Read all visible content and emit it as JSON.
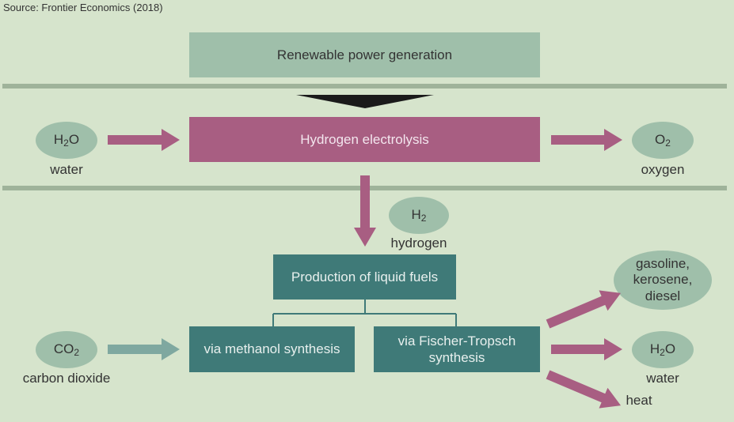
{
  "source": "Source: Frontier Economics (2018)",
  "renewable": "Renewable power generation",
  "electrolysis": "Hydrogen electrolysis",
  "liquid_fuels": "Production of liquid fuels",
  "methanol": "via methanol synthesis",
  "fischer_tropsch": "via Fischer-Tropsch synthesis",
  "inputs": {
    "water": {
      "formula_main": "H",
      "formula_sub": "2",
      "formula_tail": "O",
      "label": "water"
    },
    "oxygen": {
      "formula_main": "O",
      "formula_sub": "2",
      "formula_tail": "",
      "label": "oxygen"
    },
    "hydrogen": {
      "formula_main": "H",
      "formula_sub": "2",
      "formula_tail": "",
      "label": "hydrogen"
    },
    "co2": {
      "formula_main": "CO",
      "formula_sub": "2",
      "formula_tail": "",
      "label": "carbon dioxide"
    }
  },
  "outputs": {
    "fuels": "gasoline, kerosene, diesel",
    "water": {
      "formula_main": "H",
      "formula_sub": "2",
      "formula_tail": "O",
      "label": "water"
    },
    "heat": "heat"
  },
  "colors": {
    "background": "#d6e4cc",
    "pale": "#9fbfaa",
    "pink": "#a85e82",
    "teal": "#3f7a78",
    "divider": "#9fb39a"
  }
}
